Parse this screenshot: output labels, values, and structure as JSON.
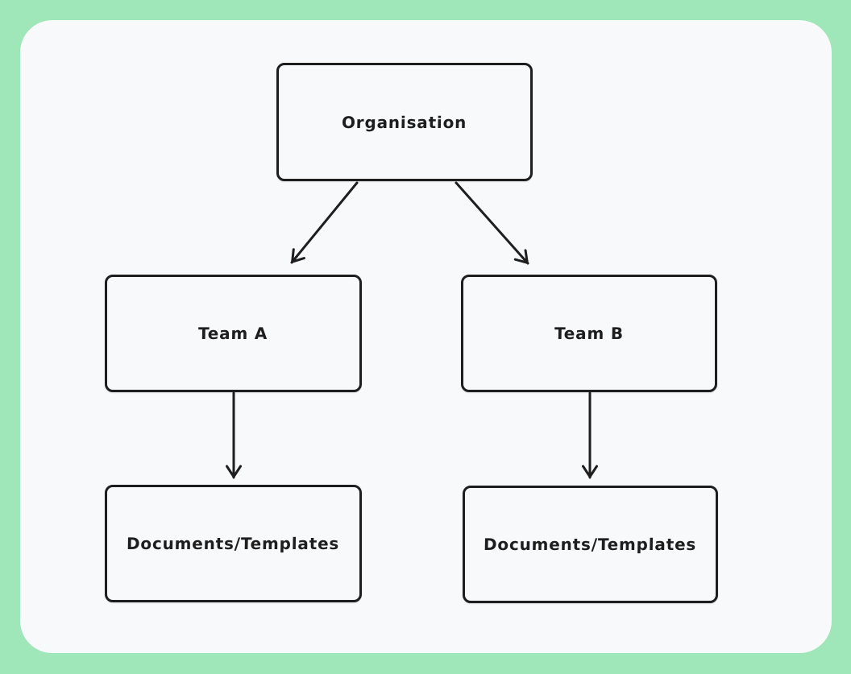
{
  "diagram": {
    "type": "flowchart",
    "style": "hand-drawn-whiteboard",
    "nodes": [
      {
        "id": "organisation",
        "label": "Organisation"
      },
      {
        "id": "team-a",
        "label": "Team A"
      },
      {
        "id": "team-b",
        "label": "Team B"
      },
      {
        "id": "docs-a",
        "label": "Documents/Templates"
      },
      {
        "id": "docs-b",
        "label": "Documents/Templates"
      }
    ],
    "edges": [
      {
        "from": "organisation",
        "to": "team-a",
        "arrow": "end"
      },
      {
        "from": "organisation",
        "to": "team-b",
        "arrow": "end"
      },
      {
        "from": "team-a",
        "to": "docs-a",
        "arrow": "end"
      },
      {
        "from": "team-b",
        "to": "docs-b",
        "arrow": "end"
      }
    ],
    "colors": {
      "frame": "#9fe6b8",
      "panel": "#f8f9fb",
      "stroke": "#1e1e1e",
      "text": "#1e1e1e"
    }
  }
}
